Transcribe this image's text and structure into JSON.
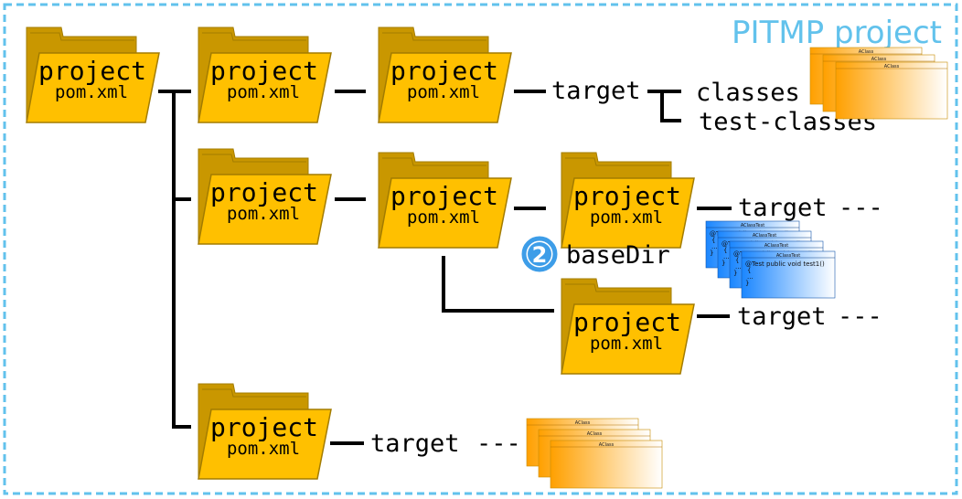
{
  "frame": {
    "title": "PITMP project",
    "border_color": "#62c2ec"
  },
  "folder": {
    "title": "project",
    "subtitle": "pom.xml",
    "front_color": "#ffc000",
    "back_color": "#c99700",
    "edge_color": "#a37c00"
  },
  "labels": {
    "target": "target",
    "classes": "classes",
    "test_classes": "test-classes",
    "basedir": "baseDir",
    "ellipsis": "---",
    "badge_number": "2"
  },
  "class_card": {
    "header": "AClass",
    "gradient_start": "#ffa000",
    "gradient_end": "#ffffff"
  },
  "test_card": {
    "header": "AClassTest",
    "code_line": "@Test public void test1()",
    "brace_open": "{",
    "body": "...",
    "brace_close": "}",
    "gradient_start": "#1a86ff",
    "gradient_end": "#ffffff"
  },
  "colors": {
    "line": "#000000",
    "badge": "#3d9de8"
  }
}
